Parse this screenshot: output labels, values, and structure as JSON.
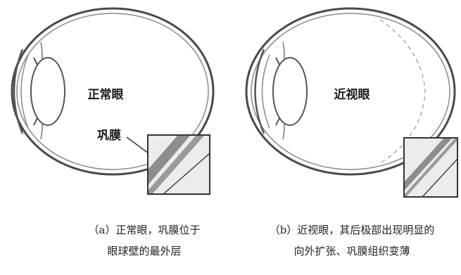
{
  "panels": [
    {
      "eye_label": "正常眼",
      "pointer_label": "巩膜",
      "caption_lines": [
        "（a）正常眼，巩膜位于",
        "眼球壁的最外层"
      ]
    },
    {
      "eye_label": "近视眼",
      "caption_lines": [
        "（b）近视眼，其后极部出现明显的",
        "向外扩张、巩膜组织变薄"
      ]
    }
  ],
  "colors": {
    "sclera_stroke": "#555555",
    "inset_fill": "#e8e8e8",
    "inset_band": "#888888",
    "dashed_outline": "#aaaaaa"
  }
}
